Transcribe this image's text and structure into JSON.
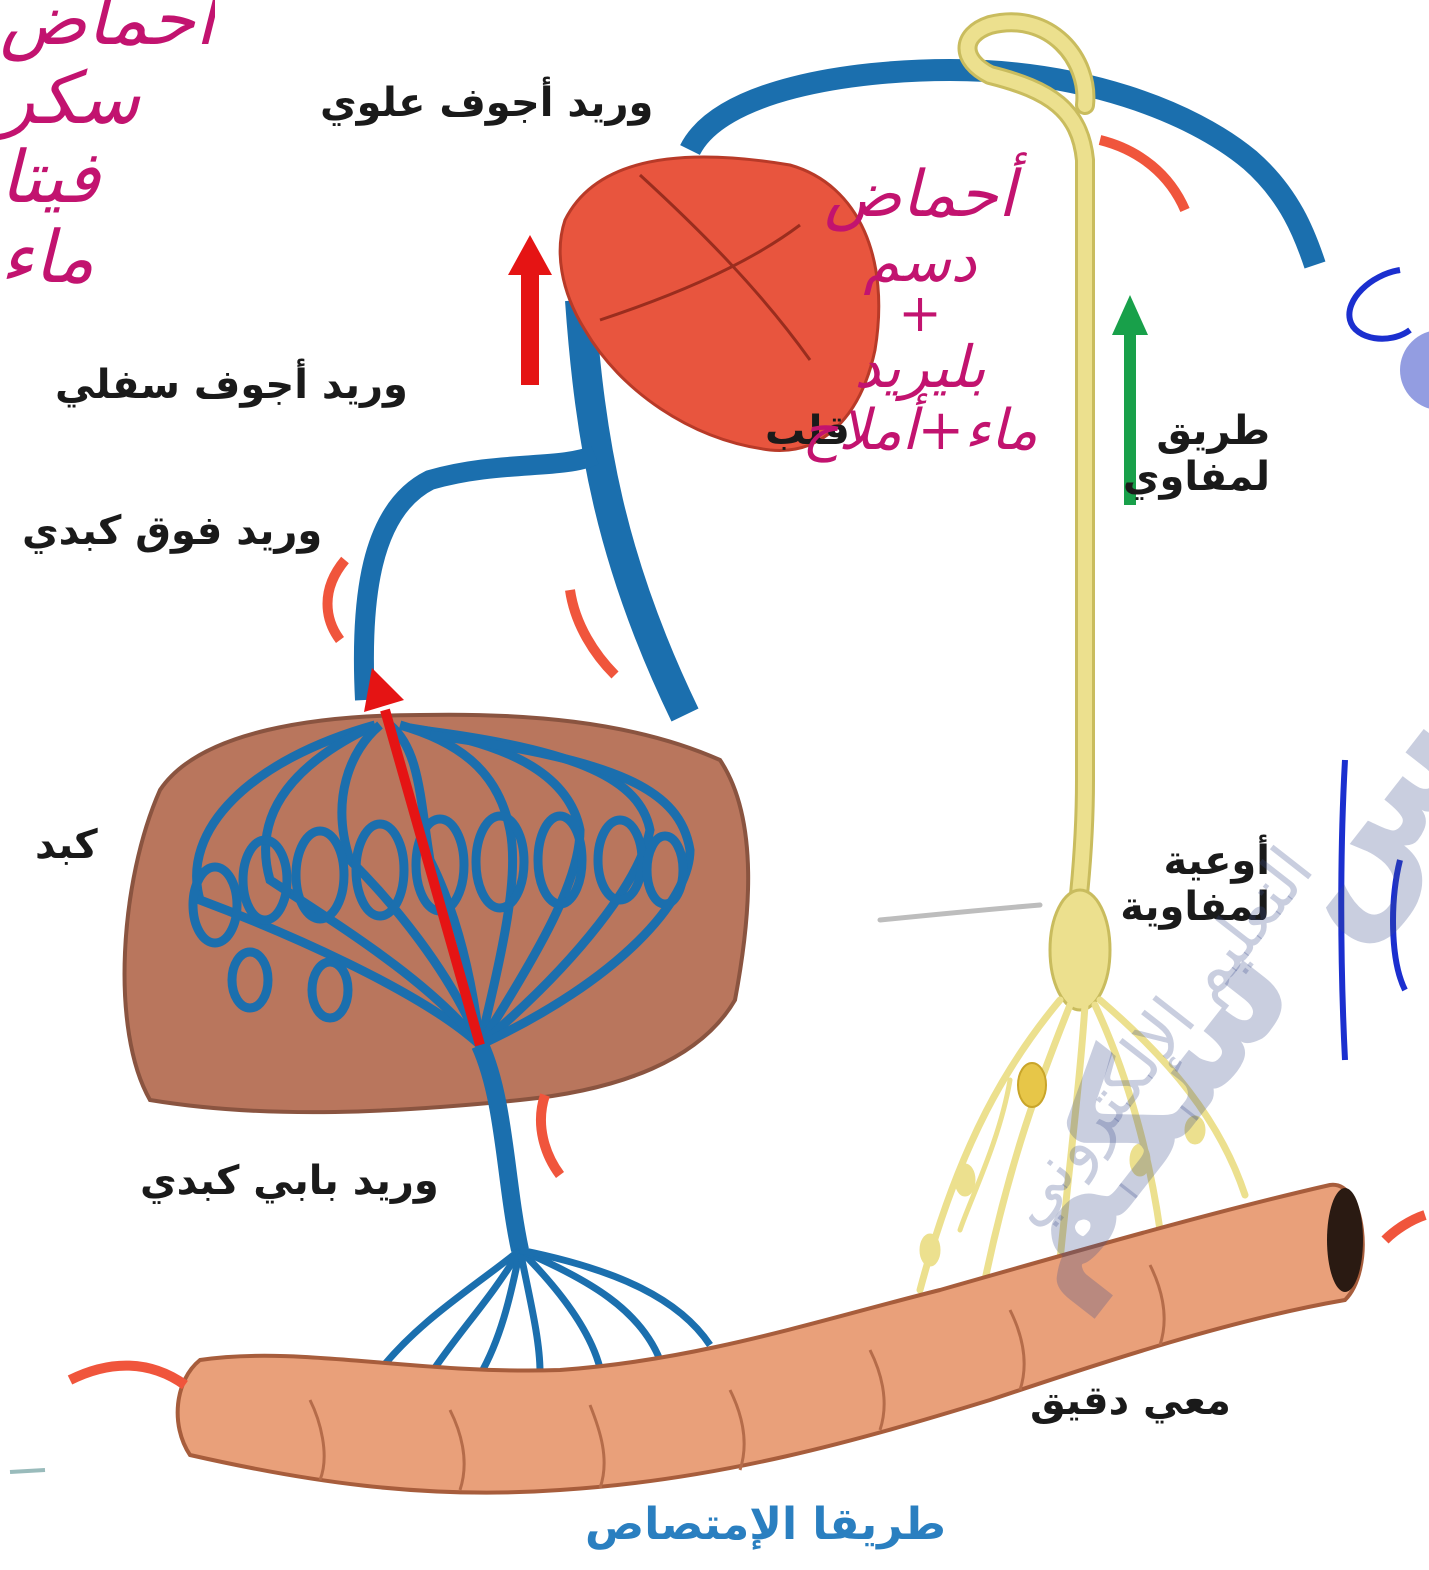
{
  "title": "طريقا الإمتصاص",
  "labels": {
    "svc": "وريد أجوف علوي",
    "ivc": "وريد أجوف سفلي",
    "hepatic_vein": "وريد فوق كبدي",
    "liver": "كبد",
    "portal_vein": "وريد بابي كبدي",
    "heart": "قلب",
    "lymph_route": "طريق لمفاوي",
    "lymph_vessels": "أوعية لمفاوية",
    "small_intestine": "معي دقيق"
  },
  "annotations": {
    "center_note": [
      "أحماض",
      "دسم",
      "+",
      "بليريد",
      "ماء+أملاح"
    ],
    "left_note": [
      "أحماض",
      "سكر",
      "فيتا",
      "ماء"
    ]
  },
  "watermark": {
    "brand": "دروس سكم",
    "tagline": "التعليم الإلكتروني"
  },
  "colors": {
    "vein_blue": "#1b6fae",
    "lymph_yellow": "#ece08e",
    "heart": "#e8553e",
    "liver": "#b9765d",
    "intestine": "#e9a07a",
    "arrow_red": "#e51414",
    "arrow_green": "#18a04a",
    "ink_magenta": "#c2136f",
    "ink_blue": "#1b2fcf"
  }
}
